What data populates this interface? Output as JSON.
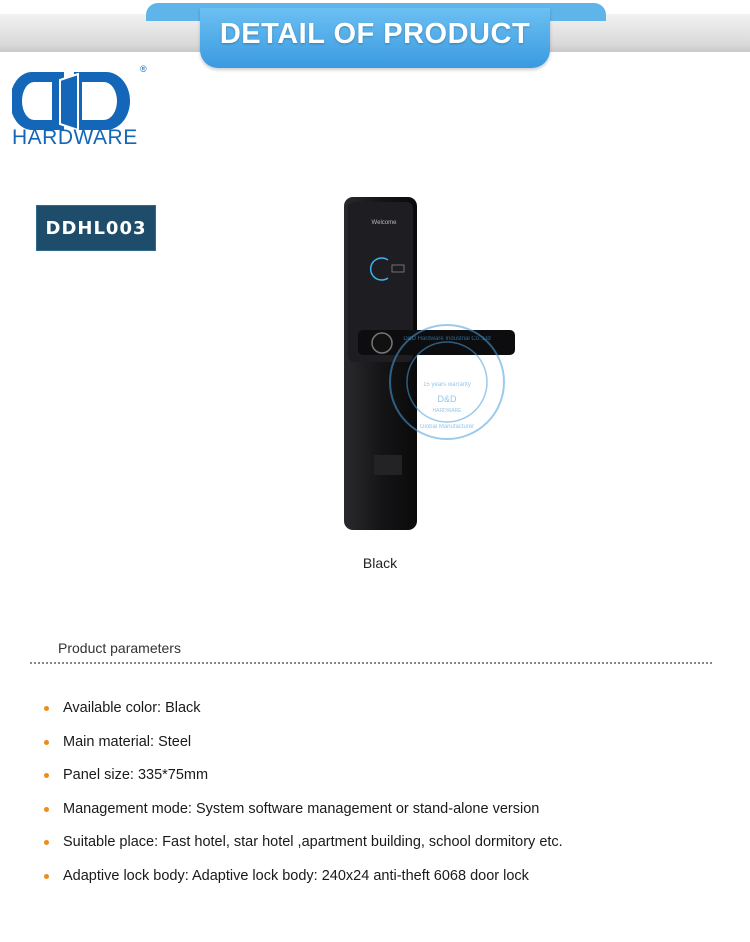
{
  "banner": {
    "title": "DETAIL OF PRODUCT",
    "color": "#4aa8e8"
  },
  "logo": {
    "brand_text": "HARDWARE",
    "registered_mark": "®",
    "color": "#1466b8"
  },
  "product": {
    "model_badge": "DDHL003",
    "screen_text": "Welcome",
    "color_caption": "Black",
    "watermark": {
      "top_text": "D&D Hardware Industrial Co.,Ltd",
      "middle_text": "15 years warranty",
      "brand": "D&D",
      "brand_sub": "HARDWARE",
      "bottom_text": "Global Manufacturer"
    }
  },
  "parameters": {
    "title": "Product parameters",
    "bullet_color": "#f08a1c",
    "items": [
      "Available color: Black",
      "Main material: Steel",
      "Panel size: 335*75mm",
      "Management mode: System software management or stand-alone version",
      "Suitable place: Fast hotel, star hotel ,apartment building, school dormitory etc.",
      "Adaptive lock body: Adaptive lock body: 240x24 anti-theft 6068 door lock"
    ]
  }
}
